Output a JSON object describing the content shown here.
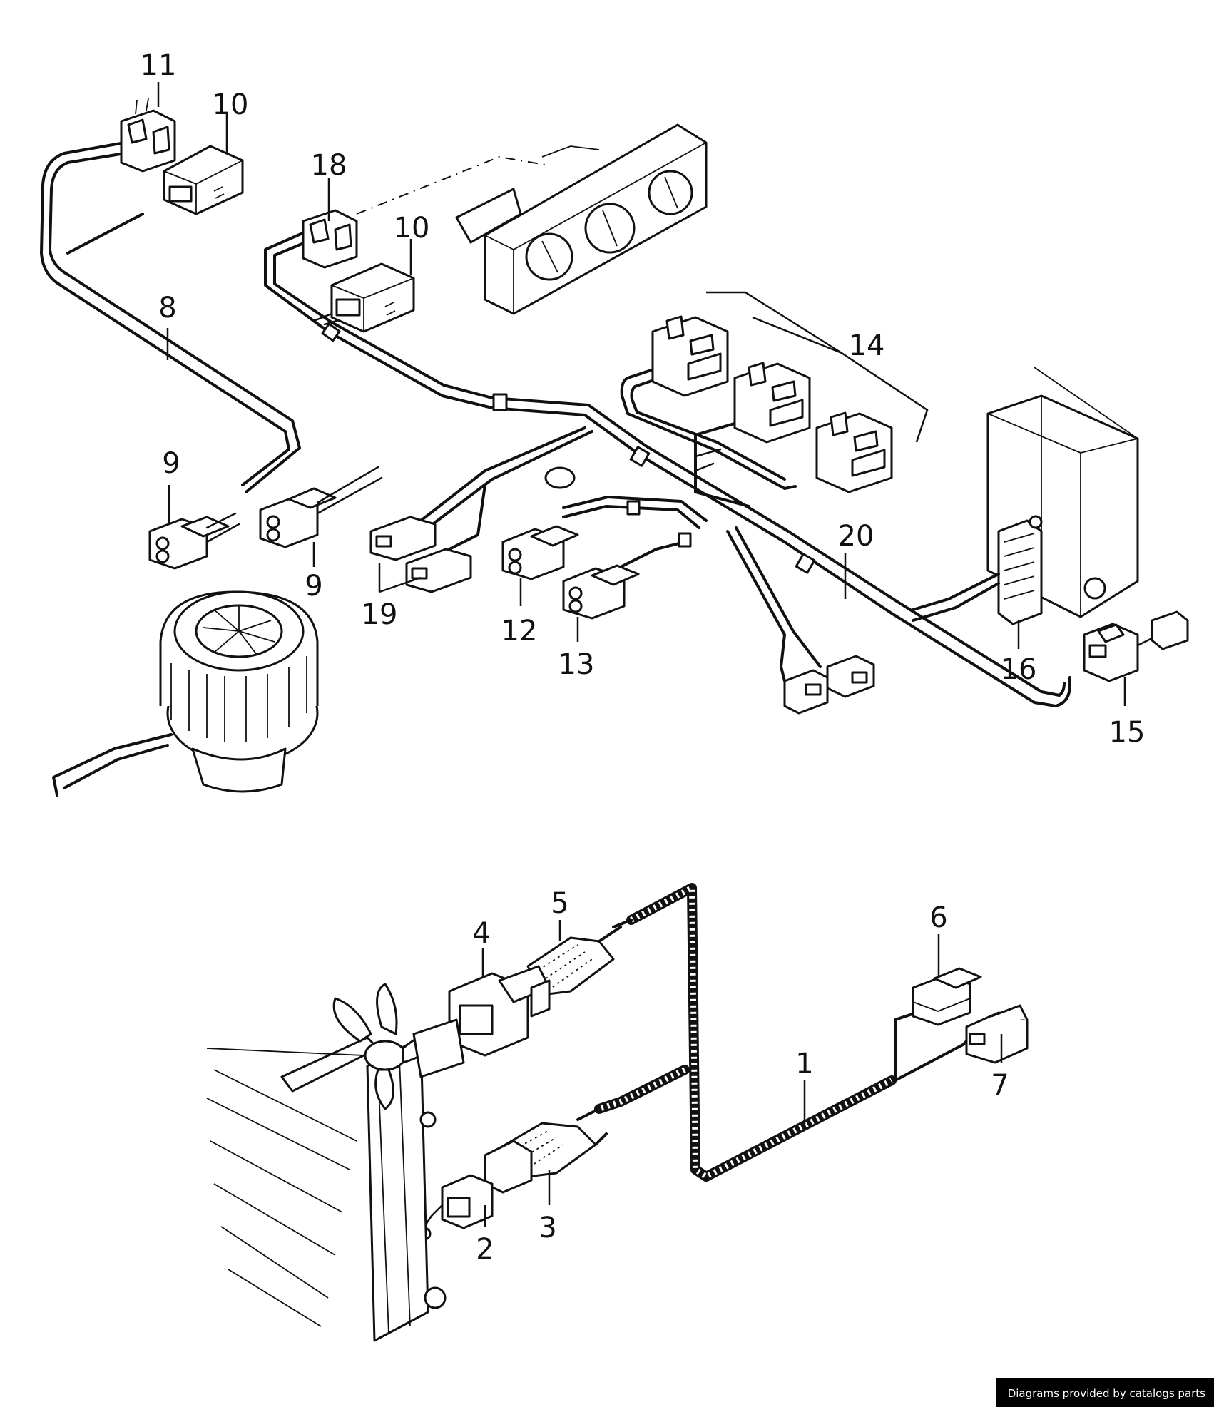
{
  "diagram": {
    "callouts": [
      {
        "id": "c11",
        "label": "11"
      },
      {
        "id": "c10a",
        "label": "10"
      },
      {
        "id": "c18",
        "label": "18"
      },
      {
        "id": "c10b",
        "label": "10"
      },
      {
        "id": "c8",
        "label": "8"
      },
      {
        "id": "c14",
        "label": "14"
      },
      {
        "id": "c9a",
        "label": "9"
      },
      {
        "id": "c9b",
        "label": "9"
      },
      {
        "id": "c19",
        "label": "19"
      },
      {
        "id": "c12",
        "label": "12"
      },
      {
        "id": "c13",
        "label": "13"
      },
      {
        "id": "c20",
        "label": "20"
      },
      {
        "id": "c16",
        "label": "16"
      },
      {
        "id": "c15",
        "label": "15"
      },
      {
        "id": "c5",
        "label": "5"
      },
      {
        "id": "c4",
        "label": "4"
      },
      {
        "id": "c6",
        "label": "6"
      },
      {
        "id": "c1",
        "label": "1"
      },
      {
        "id": "c7",
        "label": "7"
      },
      {
        "id": "c3",
        "label": "3"
      },
      {
        "id": "c2",
        "label": "2"
      }
    ]
  },
  "footer": {
    "credit": "Diagrams provided by catalogs parts"
  }
}
